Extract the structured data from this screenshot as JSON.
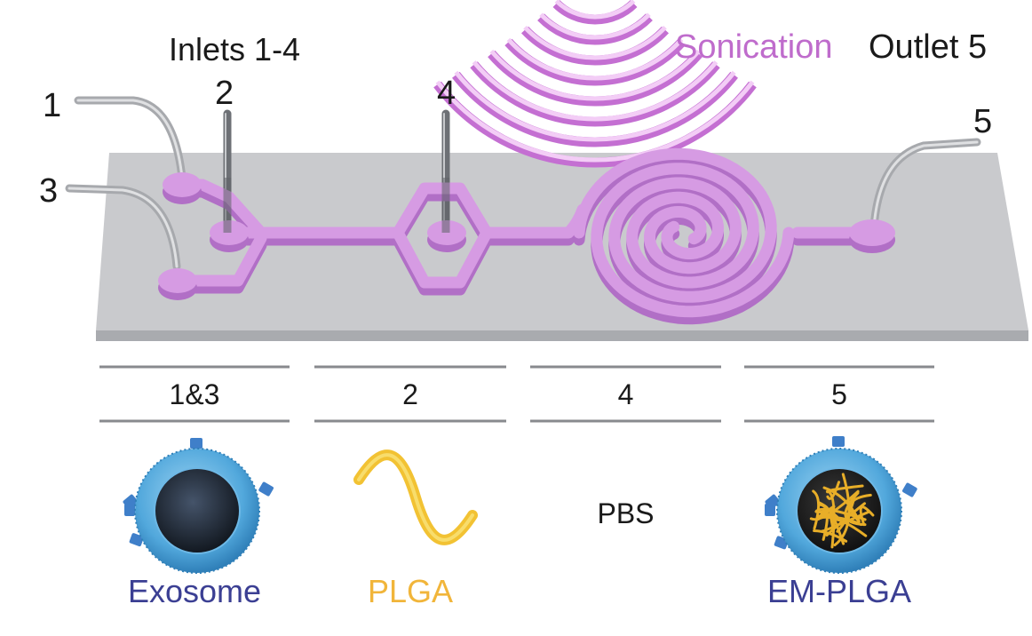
{
  "title": "Inlets 1-4",
  "sonication_label": "Sonication",
  "outlet_label": "Outlet 5",
  "port_labels": {
    "p1": "1",
    "p2": "2",
    "p3": "3",
    "p4": "4",
    "p5": "5"
  },
  "table": {
    "headers": [
      "1&3",
      "2",
      "4",
      "5"
    ],
    "contents": [
      {
        "icon": "exosome-icon",
        "label": "Exosome"
      },
      {
        "icon": "plga-wave-icon",
        "label": "PLGA"
      },
      {
        "icon": "",
        "label": "PBS"
      },
      {
        "icon": "em-plga-icon",
        "label": "EM-PLGA"
      }
    ]
  },
  "colors": {
    "channel": "#d69be3",
    "channel_dark": "#b16fc6",
    "chip": "#c9cacd",
    "sonication": "#bf6ccc",
    "tube": "#5f6368",
    "exosome_label": "#3b3f93",
    "plga_label": "#f1b53a",
    "emplga_label": "#3b3f93",
    "membrane": "#52a8dc",
    "plga_fiber": "#e8ae28"
  }
}
